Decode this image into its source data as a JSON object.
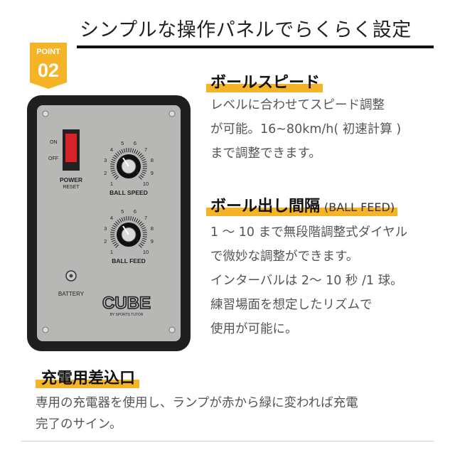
{
  "header": {
    "title": "シンプルな操作パネルでらくらく設定",
    "badge_label": "POINT",
    "badge_number": "02"
  },
  "panel": {
    "on_label": "ON",
    "off_label": "OFF",
    "power_label": "POWER",
    "reset_label": "RESET",
    "ball_speed_label": "BALL SPEED",
    "ball_feed_label": "BALL FEED",
    "battery_label": "BATTERY",
    "dial_numbers": [
      "1",
      "2",
      "3",
      "4",
      "5",
      "6",
      "7",
      "8",
      "9",
      "10"
    ],
    "logo_text": "CUBE",
    "logo_sub": "BY SPORTS TUTOR"
  },
  "speed": {
    "heading": "ボールスピード",
    "lines": [
      "レベルに合わせてスピード調整",
      "が可能。16~80km/h( 初速計算 )",
      "まで調整できます。"
    ]
  },
  "feed": {
    "heading": "ボール出し間隔",
    "heading_sub": "(BALL FEED)",
    "lines": [
      "1 ～ 10 まで無段階調整式ダイヤル",
      "で微妙な調整ができます。",
      "インターバルは 2～ 10 秒 /1 球。",
      "練習場面を想定したリズムで",
      "使用が可能に。"
    ]
  },
  "charge": {
    "heading": "充電用差込口",
    "lines": [
      "専用の充電器を使用し、ランプが赤から緑に変われば充電",
      "完了のサイン。"
    ]
  },
  "colors": {
    "accent": "#f5b326",
    "panel_frame": "#1f1f1f",
    "panel_face": "#b7b7b5",
    "power_switch": "#d9232b"
  }
}
